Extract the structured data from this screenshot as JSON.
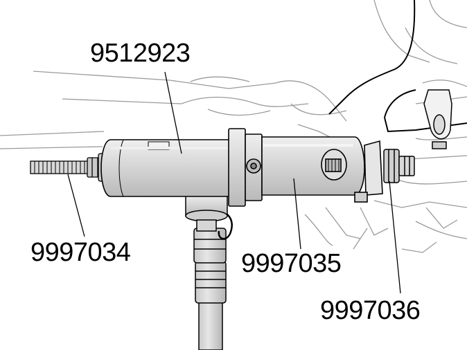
{
  "labels": {
    "part_9512923": "9512923",
    "part_9997034": "9997034",
    "part_9997035": "9997035",
    "part_9997036": "9997036"
  },
  "colors": {
    "line": "#000000",
    "background_line": "#9a9a9a",
    "tool_fill": "#d6d6d6",
    "tool_shade": "#bdbdbd",
    "paper": "#ffffff"
  }
}
